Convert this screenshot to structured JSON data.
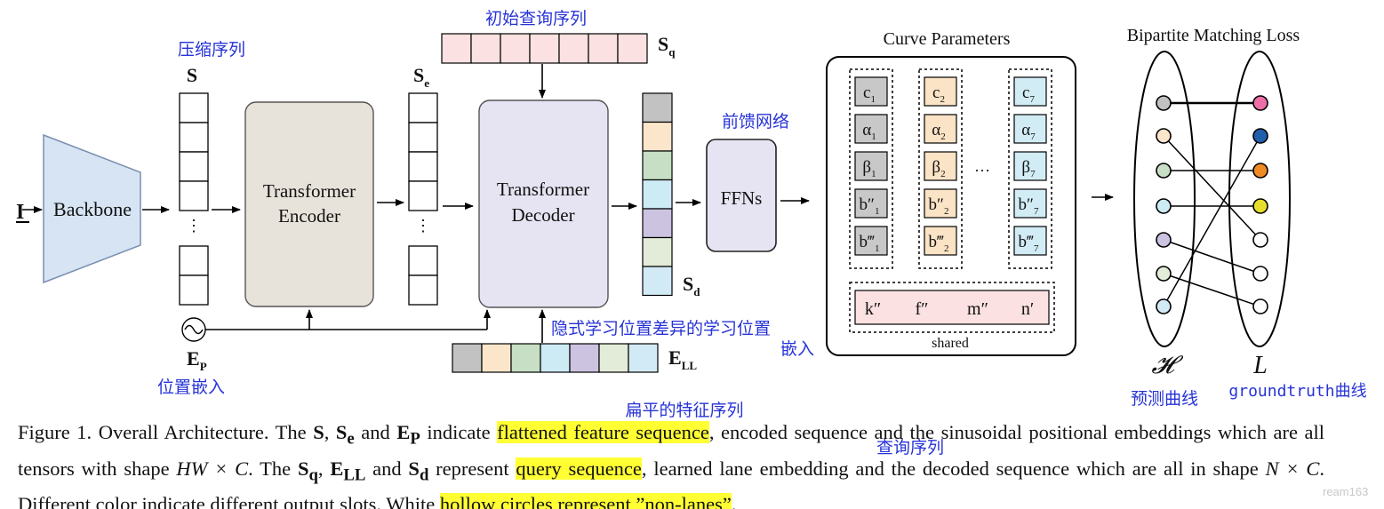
{
  "annotations": {
    "compressed_sequence": "压缩序列",
    "initial_query_sequence": "初始查询序列",
    "feedforward_network": "前馈网络",
    "implicit_learned_pos_emb_line1": "隐式学习位置差异的学习位置",
    "implicit_learned_pos_emb_line2": "嵌入",
    "positional_embedding": "位置嵌入",
    "flattened_feature_sequence": "扁平的特征序列",
    "query_sequence": "查询序列",
    "predicted_curve": "预测曲线",
    "groundtruth_curve": "groundtruth曲线",
    "watermark": "ream163"
  },
  "labels": {
    "input": "I",
    "backbone": "Backbone",
    "S": "S",
    "Se_base": "S",
    "Se_sub": "e",
    "Sq_base": "S",
    "Sq_sub": "q",
    "Sd_base": "S",
    "Sd_sub": "d",
    "EP_base": "E",
    "EP_sub": "P",
    "ELL_base": "E",
    "ELL_sub": "LL",
    "encoder_line1": "Transformer",
    "encoder_line2": "Encoder",
    "decoder_line1": "Transformer",
    "decoder_line2": "Decoder",
    "ffns": "FFNs",
    "curve_parameters_title": "Curve Parameters",
    "bipartite_title": "Bipartite Matching Loss",
    "shared": "shared",
    "ellipsis": "···",
    "set_H": "𝓗",
    "set_L": "L"
  },
  "curve_param_columns": [
    {
      "color": "#c8c8c8",
      "cells": [
        [
          "c",
          "1"
        ],
        [
          "α",
          "1"
        ],
        [
          "β",
          "1"
        ],
        [
          "b″",
          "1"
        ],
        [
          "b‴",
          "1"
        ]
      ]
    },
    {
      "color": "#fbe3c6",
      "cells": [
        [
          "c",
          "2"
        ],
        [
          "α",
          "2"
        ],
        [
          "β",
          "2"
        ],
        [
          "b″",
          "2"
        ],
        [
          "b‴",
          "2"
        ]
      ]
    },
    {
      "color": "#d2ecf5",
      "cells": [
        [
          "c",
          "7"
        ],
        [
          "α",
          "7"
        ],
        [
          "β",
          "7"
        ],
        [
          "b″",
          "7"
        ],
        [
          "b‴",
          "7"
        ]
      ]
    }
  ],
  "shared_params": [
    "k″",
    "f″",
    "m″",
    "n′"
  ],
  "slot_colors": [
    "#c2c2c2",
    "#fbe6cc",
    "#c7dfc4",
    "#cdebf4",
    "#cbc3e0",
    "#e3ecd9",
    "#d2eaf5"
  ],
  "query_color": "#fbe1e1",
  "matching": {
    "predicted_colors": [
      "#c2c2c2",
      "#fbe6cc",
      "#c7dfc4",
      "#cdebf4",
      "#cbc3e0",
      "#e3ecd9",
      "#d2eaf5"
    ],
    "groundtruth_colors": [
      "#ee6fa8",
      "#1f5fad",
      "#f08a24",
      "#e6df2c",
      "#ffffff",
      "#ffffff",
      "#ffffff"
    ],
    "pairs": [
      [
        0,
        0
      ],
      [
        1,
        4
      ],
      [
        2,
        2
      ],
      [
        3,
        3
      ],
      [
        4,
        5
      ],
      [
        5,
        6
      ],
      [
        6,
        1
      ]
    ]
  },
  "caption": {
    "p1": "Figure 1. Overall Architecture. The ",
    "S": "S",
    "comma": ", ",
    "Se_base": "S",
    "Se_sub": "e",
    "and1": " and ",
    "Ep_base": "E",
    "Ep_sub": "P",
    "indicate": " indicate ",
    "hl1": "flattened feature sequence",
    "p2": ", encoded sequence and the sinusoidal positional embeddings which are all tensors with shape ",
    "shape1": "HW × C",
    "p3": ". The ",
    "Sq_base": "S",
    "Sq_sub": "q",
    "comma2": ", ",
    "Ell_base": "E",
    "Ell_sub": "LL",
    "and2": " and ",
    "Sd_base": "S",
    "Sd_sub": "d",
    "represent": " represent ",
    "hl2": "query sequence",
    "p4": ", learned lane embedding and the decoded sequence which are all in shape ",
    "shape2": "N × C",
    "p5": ". Different color indicate different output slots. White ",
    "hl3": "hollow circles represent ”non-lanes”",
    "p6": "."
  }
}
